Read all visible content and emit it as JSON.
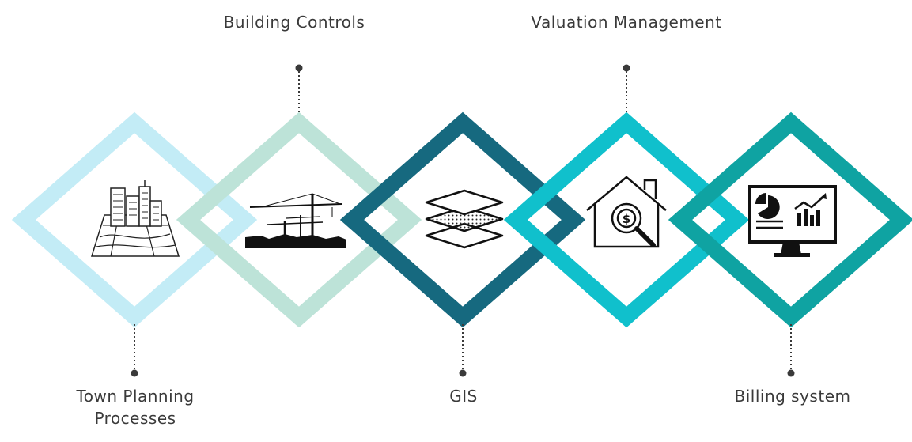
{
  "colors": {
    "diamond_1": "#c3ecf6",
    "diamond_2": "#bde3d8",
    "diamond_3": "#16697f",
    "diamond_4": "#10c0cc",
    "diamond_5": "#0fa3a2",
    "connector": "#3a3a3a",
    "text": "#3a3a3a"
  },
  "items": [
    {
      "label_line1": "Town Planning",
      "label_line2": "Processes",
      "icon": "city-map-icon"
    },
    {
      "label": "Building Controls",
      "icon": "construction-cranes-icon"
    },
    {
      "label": "GIS",
      "icon": "layers-icon"
    },
    {
      "label": "Valuation Management",
      "icon": "house-valuation-icon"
    },
    {
      "label": "Billing system",
      "icon": "dashboard-monitor-icon"
    }
  ]
}
